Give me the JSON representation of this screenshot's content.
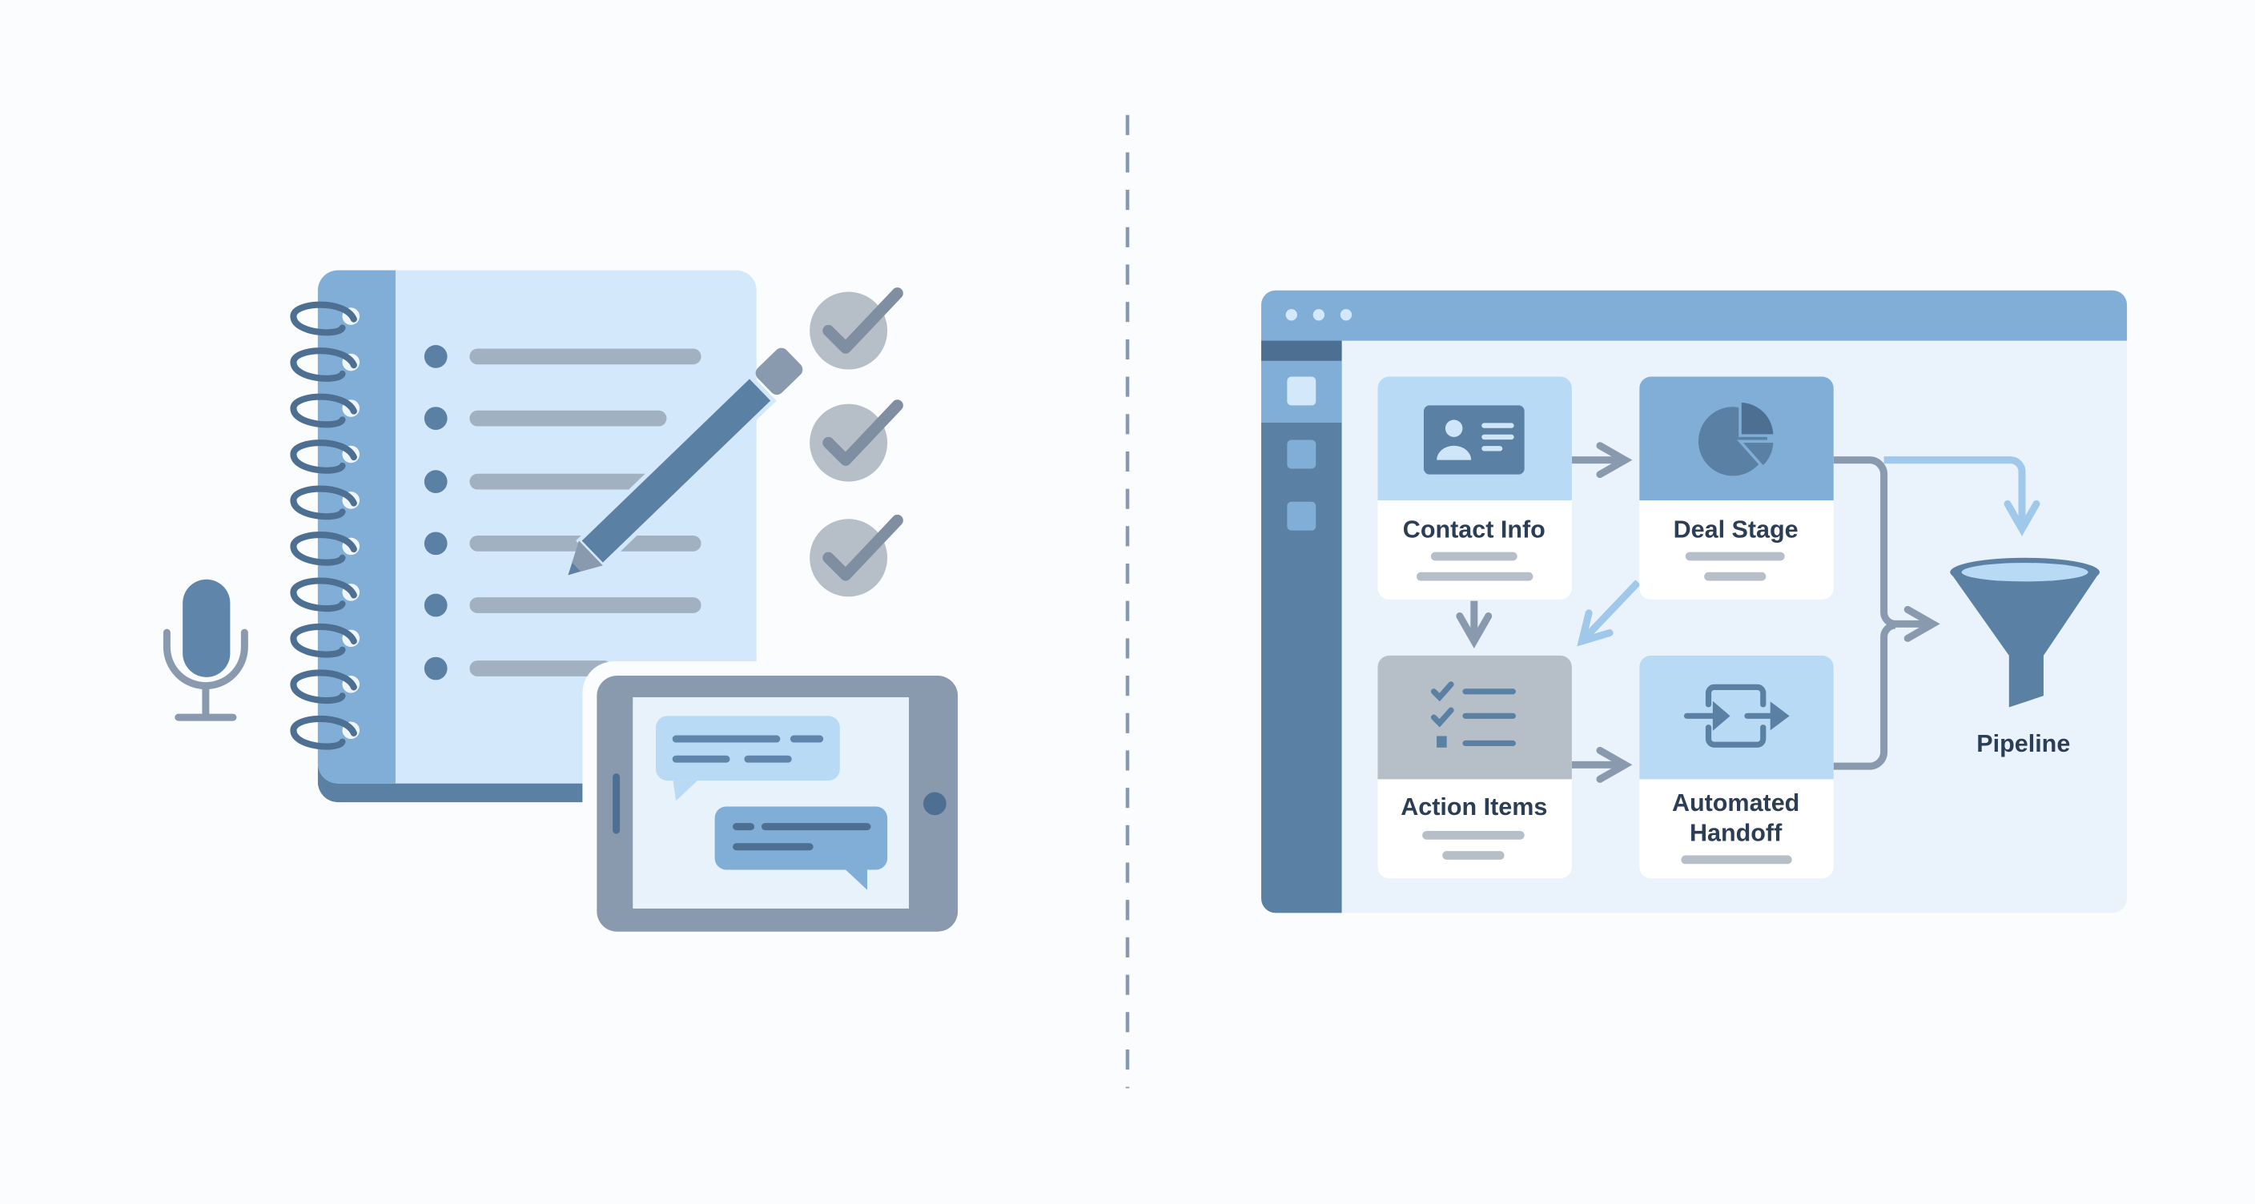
{
  "colors": {
    "background": "#fbfcfd",
    "primary_dark": "#5a80a4",
    "primary_mid": "#7fabd3",
    "primary_light": "#cfe6f8",
    "gray": "#9aa6b4",
    "text": "#2c3e55"
  },
  "left_panel": {
    "icons": [
      "microphone-icon",
      "spiral-notebook-icon",
      "pencil-icon",
      "check-circle-icon",
      "tablet-chat-icon"
    ],
    "notebook_bullet_count": 6,
    "check_count": 3
  },
  "crm_window": {
    "sidebar_items": 3,
    "cards": [
      {
        "label": "Contact Info",
        "icon": "contact-card-icon"
      },
      {
        "label": "Deal Stage",
        "icon": "pie-chart-icon"
      },
      {
        "label": "Action Items",
        "icon": "checklist-icon"
      },
      {
        "label": "Automated Handoff",
        "label_line1": "Automated",
        "label_line2": "Handoff",
        "icon": "handoff-arrows-icon"
      }
    ],
    "pipeline": {
      "label": "Pipeline",
      "icon": "funnel-icon"
    }
  }
}
